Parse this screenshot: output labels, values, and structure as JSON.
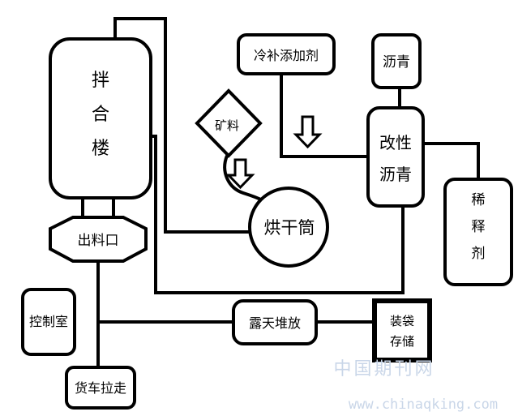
{
  "nodes": {
    "mixing_tower": [
      "拌",
      "合",
      "楼"
    ],
    "discharge_port": "出料口",
    "control_room": "控制室",
    "truck_haul": "货车拉走",
    "cold_additive": "冷补添加剂",
    "mineral": "矿料",
    "asphalt": "沥青",
    "modified_asphalt": [
      "改性",
      "沥青"
    ],
    "diluent": [
      "稀",
      "释",
      "剂"
    ],
    "drying_drum": "烘干筒",
    "open_stockpile": "露天堆放",
    "bagged_storage": [
      "装袋",
      "存储"
    ]
  },
  "watermark": {
    "cn": "中国期刊网",
    "url": "www.chinaqking.com"
  },
  "colors": {
    "ink": "#000000",
    "watermark": "#c9d6e8"
  }
}
